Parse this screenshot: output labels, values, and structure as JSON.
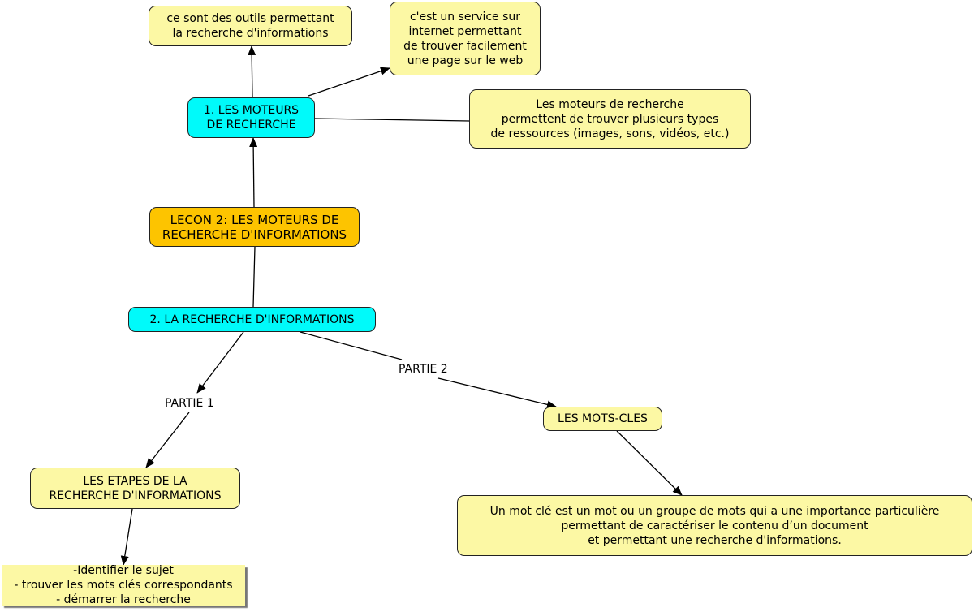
{
  "nodes": {
    "central": "LECON 2: LES MOTEURS DE\nRECHERCHE D'INFORMATIONS",
    "moteurs": "1. LES MOTEURS\nDE RECHERCHE",
    "recherche": "2. LA RECHERCHE D'INFORMATIONS",
    "def_outils": "ce sont des outils permettant\nla recherche d'informations",
    "def_service": "c'est un service sur\ninternet permettant\nde trouver facilement\nune page sur le web",
    "types": "Les moteurs de recherche\npermettent de trouver plusieurs types\nde ressources (images, sons, vidéos, etc.)",
    "etapes": "LES ETAPES DE LA\nRECHERCHE D'INFORMATIONS",
    "etapes_list": "-Identifier le sujet\n- trouver les mots clés correspondants\n- démarrer la recherche",
    "motscles": "LES MOTS-CLES",
    "motcle_def": "Un mot clé est un mot ou un groupe de mots qui a une importance particulière\npermettant de caractériser le contenu d’un document\net permettant une recherche d'informations."
  },
  "edge_labels": {
    "partie1": "PARTIE 1",
    "partie2": "PARTIE 2"
  },
  "colors": {
    "central": "#fdc400",
    "topic": "#00fafa",
    "note": "#fcf8a4"
  }
}
